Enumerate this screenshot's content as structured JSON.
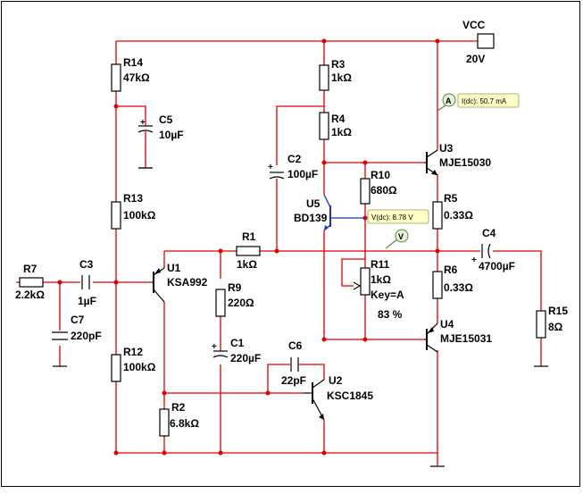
{
  "supply": {
    "name": "VCC",
    "value": "20V"
  },
  "components": {
    "R14": {
      "ref": "R14",
      "value": "47kΩ"
    },
    "R3": {
      "ref": "R3",
      "value": "1kΩ"
    },
    "R4": {
      "ref": "R4",
      "value": "1kΩ"
    },
    "C5": {
      "ref": "C5",
      "value": "10µF"
    },
    "C2": {
      "ref": "C2",
      "value": "100µF"
    },
    "R10": {
      "ref": "R10",
      "value": "680Ω"
    },
    "U3": {
      "ref": "U3",
      "value": "MJE15030"
    },
    "R5": {
      "ref": "R5",
      "value": "0.33Ω"
    },
    "R13": {
      "ref": "R13",
      "value": "100kΩ"
    },
    "U5": {
      "ref": "U5",
      "value": "BD139"
    },
    "R1": {
      "ref": "R1",
      "value": "1kΩ"
    },
    "C4": {
      "ref": "C4",
      "value": "4700µF"
    },
    "R7": {
      "ref": "R7",
      "value": "2.2kΩ"
    },
    "C3": {
      "ref": "C3",
      "value": "1µF"
    },
    "U1": {
      "ref": "U1",
      "value": "KSA992"
    },
    "R11": {
      "ref": "R11",
      "value": "1kΩ",
      "key": "Key=A",
      "setting": "83 %"
    },
    "R6": {
      "ref": "R6",
      "value": "0.33Ω"
    },
    "R9": {
      "ref": "R9",
      "value": "220Ω"
    },
    "C7": {
      "ref": "C7",
      "value": "220pF"
    },
    "R15": {
      "ref": "R15",
      "value": "8Ω"
    },
    "C1": {
      "ref": "C1",
      "value": "220µF"
    },
    "U4": {
      "ref": "U4",
      "value": "MJE15031"
    },
    "R12": {
      "ref": "R12",
      "value": "100kΩ"
    },
    "C6": {
      "ref": "C6",
      "value": "22pF"
    },
    "U2": {
      "ref": "U2",
      "value": "KSC1845"
    },
    "R2": {
      "ref": "R2",
      "value": "6.8kΩ"
    }
  },
  "probes": {
    "current": {
      "letter": "A",
      "reading": "I(dc): 50.7 mA"
    },
    "voltage": {
      "letter": "V",
      "reading": "V(dc): 8.78 V"
    }
  },
  "colors": {
    "wire": "#e00000",
    "component": "#000000",
    "bd139": "#1a2fd0",
    "probe": "#ffffc8"
  }
}
